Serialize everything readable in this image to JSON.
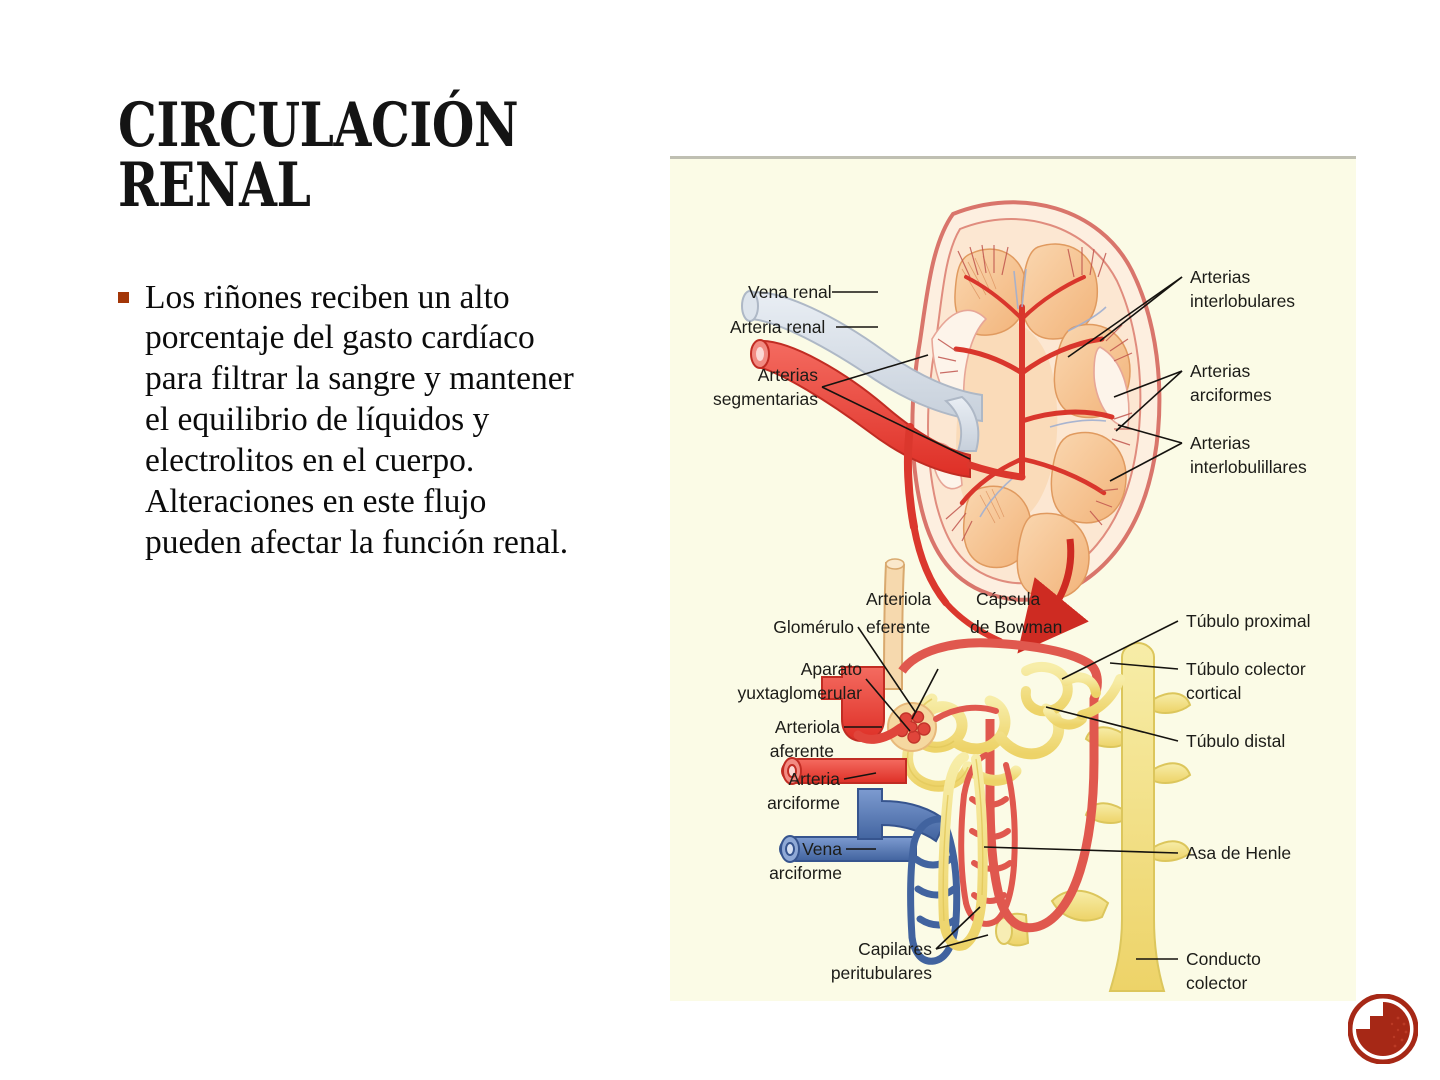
{
  "slide": {
    "title": "CIRCULACIÓN\nRENAL",
    "bullets": [
      "Los riñones reciben un alto porcentaje del gasto cardíaco para filtrar la sangre y mantener el equilibrio de líquidos y electrolitos en el cuerpo. Alteraciones en este flujo pueden afectar la función renal."
    ],
    "bullet_marker_color": "#A33608"
  },
  "figure": {
    "name": "renal-circulation-diagram",
    "background_color": "#FBFBE6",
    "labels": {
      "vena_renal": "Vena renal",
      "arteria_renal": "Arteria renal",
      "arterias_segmentarias_1": "Arterias",
      "arterias_segmentarias_2": "segmentarias",
      "arterias_interlobulares_1": "Arterias",
      "arterias_interlobulares_2": "interlobulares",
      "arterias_arciformes_1": "Arterias",
      "arterias_arciformes_2": "arciformes",
      "arterias_interlobulillares_1": "Arterias",
      "arterias_interlobulillares_2": "interlobulillares",
      "glomerulo": "Glomérulo",
      "arteriola_eferente_1": "Arteriola",
      "arteriola_eferente_2": "eferente",
      "capsula_bowman_1": "Cápsula",
      "capsula_bowman_2": "de Bowman",
      "aparato_yuxtaglomerular_1": "Aparato",
      "aparato_yuxtaglomerular_2": "yuxtaglomerular",
      "arteriola_aferente_1": "Arteriola",
      "arteriola_aferente_2": "aferente",
      "arteria_arciforme_1": "Arteria",
      "arteria_arciforme_2": "arciforme",
      "vena_arciforme_1": "Vena",
      "vena_arciforme_2": "arciforme",
      "capilares_peritubulares_1": "Capilares",
      "capilares_peritubulares_2": "peritubulares",
      "tubulo_proximal": "Túbulo proximal",
      "tubulo_colector_cortical_1": "Túbulo colector",
      "tubulo_colector_cortical_2": "cortical",
      "tubulo_distal": "Túbulo distal",
      "asa_de_henle": "Asa de Henle",
      "conducto_colector_1": "Conducto",
      "conducto_colector_2": "colector"
    },
    "colors": {
      "artery_red": "#E8453C",
      "artery_outline": "#C9453F",
      "vein_blue": "#4C6FB0",
      "tubule_yellow": "#F2E07A",
      "pyramid_peach": "#F6C18E",
      "cortex_cream": "#FBE3C9",
      "capsule_outline": "#D9756B",
      "vessel_gray": "#D8DEE6",
      "arrow_red": "#CE2B22"
    }
  },
  "logo": {
    "name": "circle-mark",
    "color": "#A62816"
  }
}
